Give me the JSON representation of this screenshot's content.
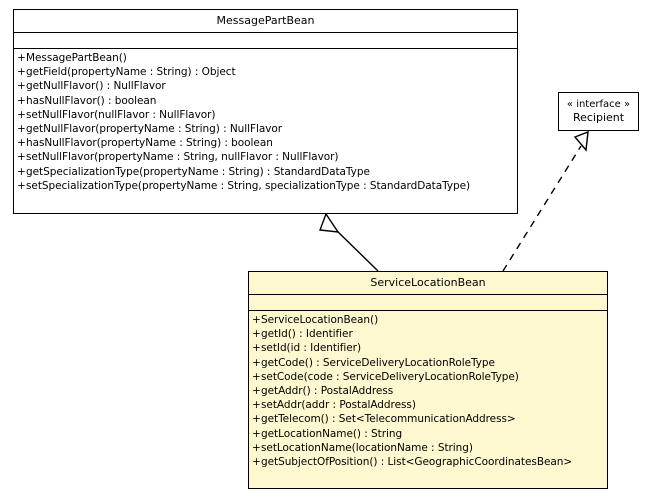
{
  "diagram": {
    "type": "uml-class-diagram",
    "background": "#ffffff",
    "line_color": "#000000",
    "highlight_fill": "#fdf8d0"
  },
  "classes": [
    {
      "id": "message-part-bean",
      "name": "MessagePartBean",
      "stereotype": "",
      "attributes": [],
      "operations": [
        {
          "visibility": "+",
          "signature": "MessagePartBean()"
        },
        {
          "visibility": "+",
          "signature": "getField(propertyName : String) : Object"
        },
        {
          "visibility": "+",
          "signature": "getNullFlavor() : NullFlavor"
        },
        {
          "visibility": "+",
          "signature": "hasNullFlavor() : boolean"
        },
        {
          "visibility": "+",
          "signature": "setNullFlavor(nullFlavor : NullFlavor)"
        },
        {
          "visibility": "+",
          "signature": "getNullFlavor(propertyName : String) : NullFlavor"
        },
        {
          "visibility": "+",
          "signature": "hasNullFlavor(propertyName : String) : boolean"
        },
        {
          "visibility": "+",
          "signature": "setNullFlavor(propertyName : String, nullFlavor : NullFlavor)"
        },
        {
          "visibility": "+",
          "signature": "getSpecializationType(propertyName : String) : StandardDataType"
        },
        {
          "visibility": "+",
          "signature": "setSpecializationType(propertyName : String, specializationType : StandardDataType)"
        }
      ]
    },
    {
      "id": "service-location-bean",
      "name": "ServiceLocationBean",
      "stereotype": "",
      "attributes": [],
      "operations": [
        {
          "visibility": "+",
          "signature": "ServiceLocationBean()"
        },
        {
          "visibility": "+",
          "signature": "getId() : Identifier"
        },
        {
          "visibility": "+",
          "signature": "setId(id : Identifier)"
        },
        {
          "visibility": "+",
          "signature": "getCode() : ServiceDeliveryLocationRoleType"
        },
        {
          "visibility": "+",
          "signature": "setCode(code : ServiceDeliveryLocationRoleType)"
        },
        {
          "visibility": "+",
          "signature": "getAddr() : PostalAddress"
        },
        {
          "visibility": "+",
          "signature": "setAddr(addr : PostalAddress)"
        },
        {
          "visibility": "+",
          "signature": "getTelecom() : Set<TelecommunicationAddress>"
        },
        {
          "visibility": "+",
          "signature": "getLocationName() : String"
        },
        {
          "visibility": "+",
          "signature": "setLocationName(locationName : String)"
        },
        {
          "visibility": "+",
          "signature": "getSubjectOfPosition() : List<GeographicCoordinatesBean>"
        }
      ]
    }
  ],
  "interfaces": [
    {
      "id": "recipient-interface",
      "stereotype": "« interface »",
      "name": "Recipient"
    }
  ],
  "relationships": [
    {
      "id": "generalization",
      "kind": "generalization",
      "line_style": "solid",
      "arrowhead": "hollow-triangle",
      "from": "ServiceLocationBean",
      "to": "MessagePartBean"
    },
    {
      "id": "realization",
      "kind": "realization",
      "line_style": "dashed",
      "arrowhead": "hollow-triangle",
      "from": "ServiceLocationBean",
      "to": "Recipient"
    }
  ]
}
